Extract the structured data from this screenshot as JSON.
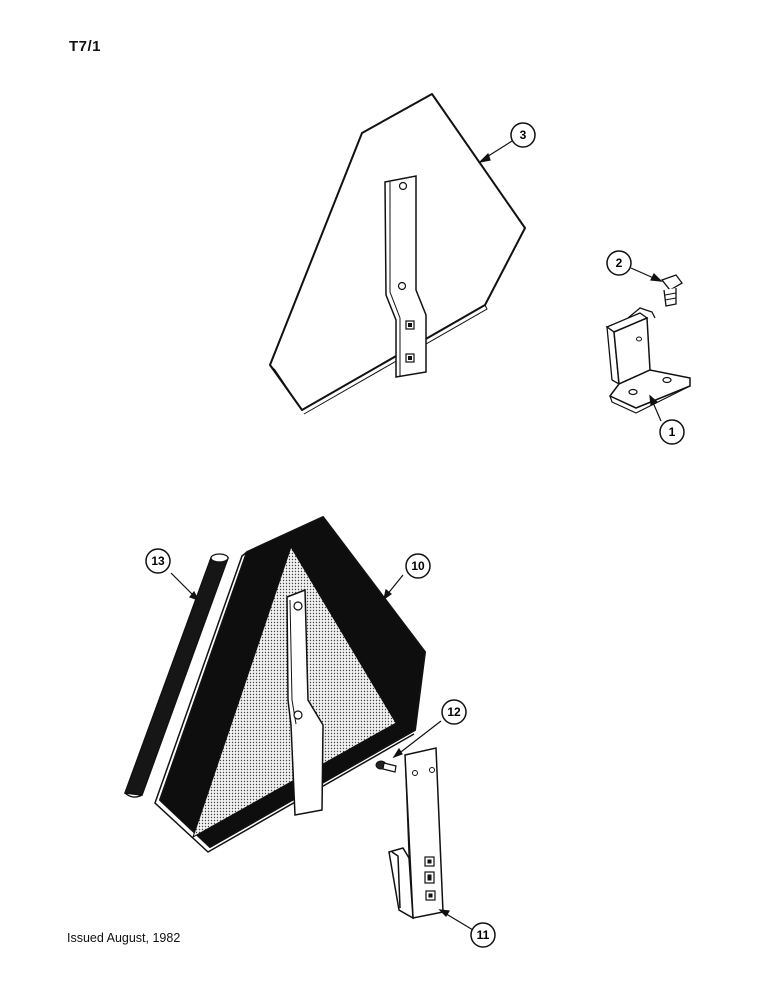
{
  "page": {
    "code": "T7/1",
    "issued": "Issued August, 1982"
  },
  "callouts": {
    "c1": "1",
    "c2": "2",
    "c3": "3",
    "c10": "10",
    "c11": "11",
    "c12": "12",
    "c13": "13"
  },
  "parts": {
    "p1": "mounting-bracket",
    "p2": "bolt",
    "p3": "sign-backing-plate",
    "p10": "slow-moving-vehicle-emblem",
    "p11": "support-bracket",
    "p12": "screw",
    "p13": "mounting-rod"
  }
}
